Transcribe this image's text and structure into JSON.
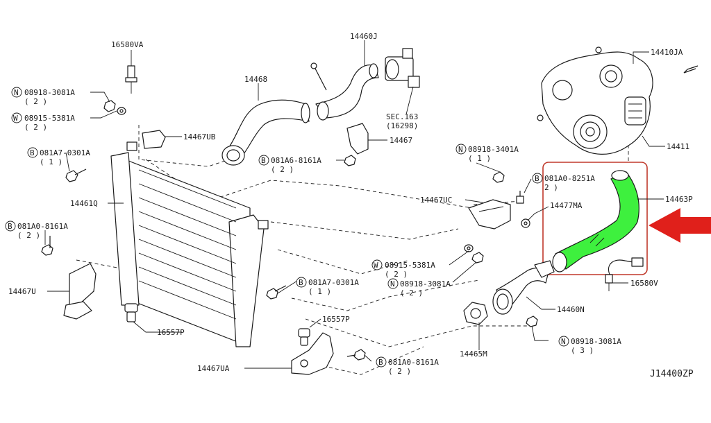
{
  "diagram_id": "J14400ZP",
  "highlight": {
    "hose_color": "#3ef03e",
    "box_color": "#c0392b",
    "arrow_color": "#e0201b"
  },
  "labels": {
    "p16580VA": "16580VA",
    "p08918_3081A_top": "08918-3081A",
    "p08918_3081A_top_qty": "( 2 )",
    "p08915_5381A_top": "08915-5381A",
    "p08915_5381A_top_qty": "( 2 )",
    "p081A7_0301A_left": "081A7-0301A",
    "p081A7_0301A_left_qty": "( 1 )",
    "p14461Q": "14461Q",
    "p081A0_8161A_left": "081A0-8161A",
    "p081A0_8161A_left_qty": "( 2 )",
    "p14467U": "14467U",
    "p16557P_left": "16557P",
    "p14468": "14468",
    "p14467UB": "14467UB",
    "p081A6_8161A": "081A6-8161A",
    "p081A6_8161A_qty": "( 2 )",
    "p14460J": "14460J",
    "pSEC163": "SEC.163",
    "pSEC163_sub": "(16298)",
    "p14467": "14467",
    "p081A7_0301A_mid": "081A7-0301A",
    "p081A7_0301A_mid_qty": "( 1 )",
    "p16557P_bottom": "16557P",
    "p14467UA": "14467UA",
    "p081A0_8161A_bottom": "081A0-8161A",
    "p081A0_8161A_bottom_qty": "( 2 )",
    "p14410JA": "14410JA",
    "p14411": "14411",
    "p08918_3401A": "08918-3401A",
    "p08918_3401A_qty": "( 1 )",
    "p081A0_8251A": "081A0-8251A",
    "p081A0_8251A_qty": "2 )",
    "p14463P": "14463P",
    "p14467UC": "14467UC",
    "p14477MA": "14477MA",
    "p08915_5381A_mid": "08915-5381A",
    "p08915_5381A_mid_qty": "( 2 )",
    "p08918_3081A_mid": "08918-3081A",
    "p08918_3081A_mid_qty": "( 2 )",
    "p16580V": "16580V",
    "p14460N": "14460N",
    "p14465M": "14465M",
    "p08918_3081A_bottom": "08918-3081A",
    "p08918_3081A_bottom_qty": "( 3 )"
  },
  "markers": {
    "nut": "N",
    "washer": "W",
    "bolt": "B"
  }
}
